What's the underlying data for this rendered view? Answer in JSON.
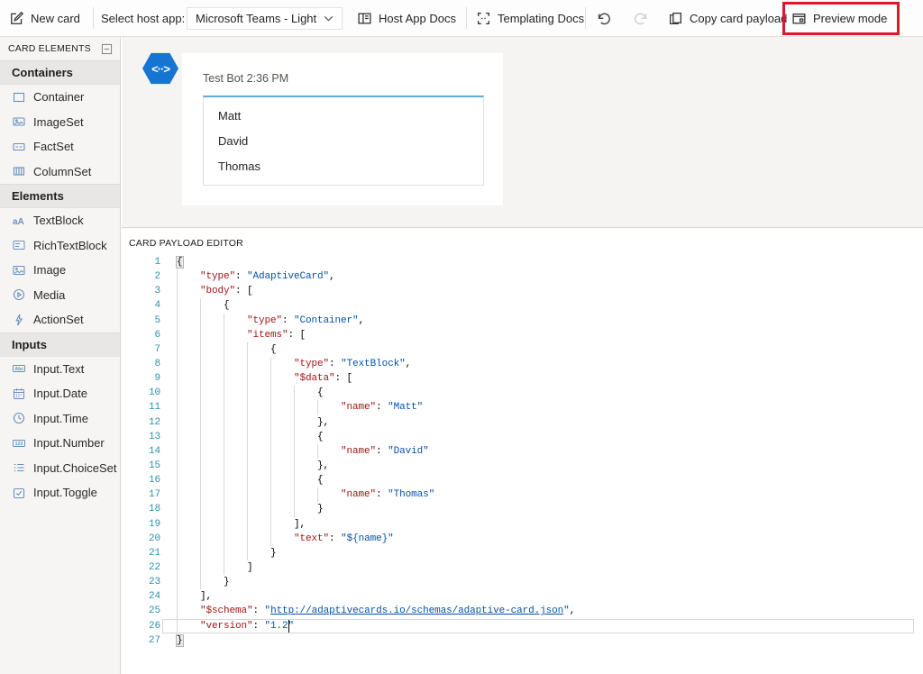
{
  "toolbar": {
    "new_card": "New card",
    "select_host_label": "Select host app:",
    "host_app_value": "Microsoft Teams - Light",
    "host_app_docs": "Host App Docs",
    "templating_docs": "Templating Docs",
    "copy_card_payload": "Copy card payload",
    "preview_mode": "Preview mode"
  },
  "sidebar": {
    "title": "CARD ELEMENTS",
    "sections": [
      {
        "label": "Containers",
        "items": [
          {
            "icon": "container-icon",
            "label": "Container"
          },
          {
            "icon": "imageset-icon",
            "label": "ImageSet"
          },
          {
            "icon": "factset-icon",
            "label": "FactSet"
          },
          {
            "icon": "columnset-icon",
            "label": "ColumnSet"
          }
        ]
      },
      {
        "label": "Elements",
        "items": [
          {
            "icon": "textblock-icon",
            "label": "TextBlock"
          },
          {
            "icon": "richtextblock-icon",
            "label": "RichTextBlock"
          },
          {
            "icon": "image-icon",
            "label": "Image"
          },
          {
            "icon": "media-icon",
            "label": "Media"
          },
          {
            "icon": "actionset-icon",
            "label": "ActionSet"
          }
        ]
      },
      {
        "label": "Inputs",
        "items": [
          {
            "icon": "input-text-icon",
            "label": "Input.Text"
          },
          {
            "icon": "input-date-icon",
            "label": "Input.Date"
          },
          {
            "icon": "input-time-icon",
            "label": "Input.Time"
          },
          {
            "icon": "input-number-icon",
            "label": "Input.Number"
          },
          {
            "icon": "input-choiceset-icon",
            "label": "Input.ChoiceSet"
          },
          {
            "icon": "input-toggle-icon",
            "label": "Input.Toggle"
          }
        ]
      }
    ]
  },
  "preview": {
    "avatar_glyph": "<··>",
    "sender": "Test Bot 2:36 PM",
    "card_items": [
      "Matt",
      "David",
      "Thomas"
    ]
  },
  "editor": {
    "title": "CARD PAYLOAD EDITOR",
    "active_line": 26,
    "cursor_line": 26,
    "cursor_col": 19,
    "bracket_match_lines": [
      1,
      27
    ],
    "lines": [
      [
        [
          "p",
          "{"
        ]
      ],
      [
        [
          "p",
          "    "
        ],
        [
          "k",
          "\"type\""
        ],
        [
          "p",
          ": "
        ],
        [
          "v",
          "\"AdaptiveCard\""
        ],
        [
          "p",
          ","
        ]
      ],
      [
        [
          "p",
          "    "
        ],
        [
          "k",
          "\"body\""
        ],
        [
          "p",
          ": ["
        ]
      ],
      [
        [
          "p",
          "        {"
        ]
      ],
      [
        [
          "p",
          "            "
        ],
        [
          "k",
          "\"type\""
        ],
        [
          "p",
          ": "
        ],
        [
          "v",
          "\"Container\""
        ],
        [
          "p",
          ","
        ]
      ],
      [
        [
          "p",
          "            "
        ],
        [
          "k",
          "\"items\""
        ],
        [
          "p",
          ": ["
        ]
      ],
      [
        [
          "p",
          "                {"
        ]
      ],
      [
        [
          "p",
          "                    "
        ],
        [
          "k",
          "\"type\""
        ],
        [
          "p",
          ": "
        ],
        [
          "v",
          "\"TextBlock\""
        ],
        [
          "p",
          ","
        ]
      ],
      [
        [
          "p",
          "                    "
        ],
        [
          "k",
          "\"$data\""
        ],
        [
          "p",
          ": ["
        ]
      ],
      [
        [
          "p",
          "                        {"
        ]
      ],
      [
        [
          "p",
          "                            "
        ],
        [
          "k",
          "\"name\""
        ],
        [
          "p",
          ": "
        ],
        [
          "v",
          "\"Matt\""
        ]
      ],
      [
        [
          "p",
          "                        },"
        ]
      ],
      [
        [
          "p",
          "                        {"
        ]
      ],
      [
        [
          "p",
          "                            "
        ],
        [
          "k",
          "\"name\""
        ],
        [
          "p",
          ": "
        ],
        [
          "v",
          "\"David\""
        ]
      ],
      [
        [
          "p",
          "                        },"
        ]
      ],
      [
        [
          "p",
          "                        {"
        ]
      ],
      [
        [
          "p",
          "                            "
        ],
        [
          "k",
          "\"name\""
        ],
        [
          "p",
          ": "
        ],
        [
          "v",
          "\"Thomas\""
        ]
      ],
      [
        [
          "p",
          "                        }"
        ]
      ],
      [
        [
          "p",
          "                    ],"
        ]
      ],
      [
        [
          "p",
          "                    "
        ],
        [
          "k",
          "\"text\""
        ],
        [
          "p",
          ": "
        ],
        [
          "v",
          "\"${name}\""
        ]
      ],
      [
        [
          "p",
          "                }"
        ]
      ],
      [
        [
          "p",
          "            ]"
        ]
      ],
      [
        [
          "p",
          "        }"
        ]
      ],
      [
        [
          "p",
          "    ],"
        ]
      ],
      [
        [
          "p",
          "    "
        ],
        [
          "k",
          "\"$schema\""
        ],
        [
          "p",
          ": "
        ],
        [
          "v",
          "\""
        ],
        [
          "u",
          "http://adaptivecards.io/schemas/adaptive-card.json"
        ],
        [
          "v",
          "\""
        ],
        [
          "p",
          ","
        ]
      ],
      [
        [
          "p",
          "    "
        ],
        [
          "k",
          "\"version\""
        ],
        [
          "p",
          ": "
        ],
        [
          "v",
          "\"1.2\""
        ]
      ],
      [
        [
          "p",
          "}"
        ]
      ]
    ]
  },
  "colors": {
    "highlight_red": "#dc1928",
    "json_key": "#a31515",
    "json_string": "#0451a5",
    "line_number": "#2b91af",
    "sidebar_icon_blue": "#6a8fbe",
    "bot_avatar_blue": "#1675d3",
    "card_accent_blue": "#63a7dc"
  }
}
